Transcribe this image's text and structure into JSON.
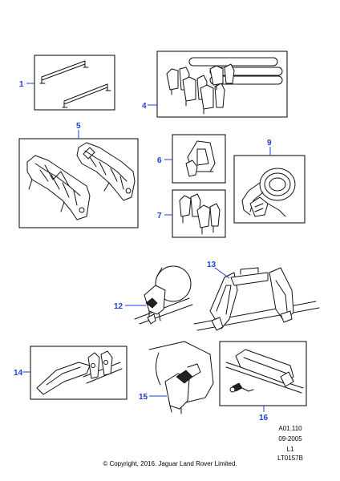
{
  "callouts": {
    "c1": "1",
    "c4": "4",
    "c5": "5",
    "c6": "6",
    "c7": "7",
    "c9": "9",
    "c12": "12",
    "c13": "13",
    "c14": "14",
    "c15": "15",
    "c16": "16"
  },
  "meta": {
    "ref": "A01.110",
    "date": "09-2005",
    "level": "L1",
    "code": "LT0157B"
  },
  "copyright": "© Copyright, 2016. Jaguar Land Rover Limited.",
  "colors": {
    "callout": "#1a3ee0",
    "line": "#111111"
  }
}
